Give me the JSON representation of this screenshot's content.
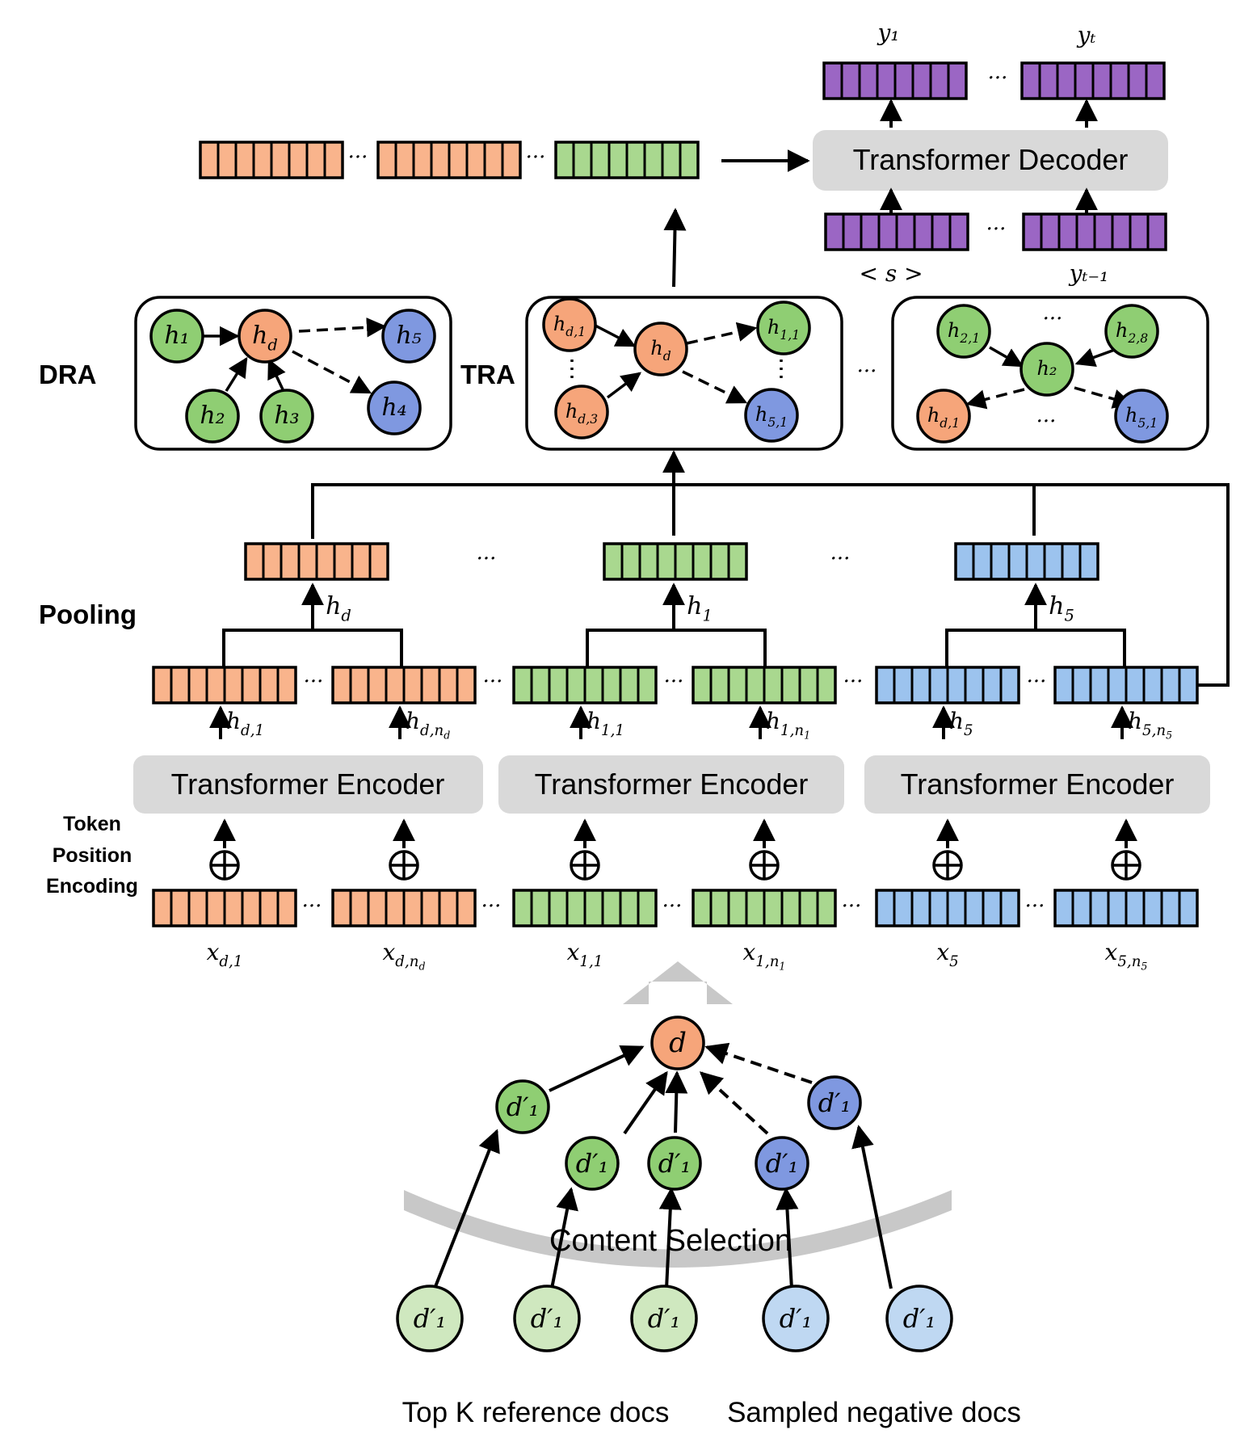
{
  "colors": {
    "orange": "#f9b48c",
    "green": "#a9d88f",
    "blue": "#9cc3ee",
    "purple": "#9b66c4",
    "node_orange": "#f6a57a",
    "node_green": "#8fce73",
    "node_blue": "#7f98e0",
    "light_green": "#cfe8bf",
    "light_blue": "#bfd8f2",
    "gray_box": "#d9d9d9",
    "gray_arrow": "#c8c8c8",
    "line": "#000000"
  },
  "section_labels": {
    "dra": "DRA",
    "tra": "TRA",
    "pooling": "Pooling",
    "tpe_line1": "Token",
    "tpe_line2": "Position",
    "tpe_line3": "Encoding"
  },
  "decoder": {
    "label": "Transformer Decoder",
    "output_first": "y₁",
    "output_last": "yₜ",
    "input_first": "< s >",
    "input_last": "yₜ₋₁"
  },
  "encoder_label": "Transformer Encoder",
  "ellipsis": "···",
  "oplus": "⊕",
  "pooled_labels": [
    "h_d",
    "h_1",
    "h_5"
  ],
  "token_hidden_labels": [
    "h_d,1",
    "h_d,n_d",
    "h_1,1",
    "h_1,n_1",
    "h_5",
    "h_5,n_5"
  ],
  "token_input_labels": [
    "x_d,1",
    "x_d,n_d",
    "x_1,1",
    "x_1,n_1",
    "x_5",
    "x_5,n_5"
  ],
  "dra_graph": {
    "nodes": [
      {
        "id": "h1",
        "label": "h₁",
        "color": "green"
      },
      {
        "id": "hd",
        "label": "h_d",
        "color": "orange"
      },
      {
        "id": "h5",
        "label": "h₅",
        "color": "blue"
      },
      {
        "id": "h2",
        "label": "h₂",
        "color": "green"
      },
      {
        "id": "h3",
        "label": "h₃",
        "color": "green"
      },
      {
        "id": "h4",
        "label": "h₄",
        "color": "blue"
      }
    ]
  },
  "tra_graph": {
    "nodes": [
      {
        "id": "hd1",
        "label": "h_d,1",
        "color": "orange"
      },
      {
        "id": "hd",
        "label": "h_d",
        "color": "orange"
      },
      {
        "id": "h11",
        "label": "h_1,1",
        "color": "green"
      },
      {
        "id": "hd3",
        "label": "h_d,3",
        "color": "orange"
      },
      {
        "id": "h51",
        "label": "h_5,1",
        "color": "blue"
      }
    ]
  },
  "third_graph": {
    "nodes": [
      {
        "id": "h21",
        "label": "h_2,1",
        "color": "green"
      },
      {
        "id": "h28",
        "label": "h_2,8",
        "color": "green"
      },
      {
        "id": "h2",
        "label": "h₂",
        "color": "green"
      },
      {
        "id": "hd1",
        "label": "h_d,1",
        "color": "orange"
      },
      {
        "id": "h51",
        "label": "h_5,1",
        "color": "blue"
      }
    ]
  },
  "content_selection": {
    "label": "Content Selection",
    "target_node": "d",
    "doc_label": "d′₁"
  },
  "bottom_labels": {
    "reference": "Top K reference docs",
    "negative": "Sampled negative docs"
  }
}
